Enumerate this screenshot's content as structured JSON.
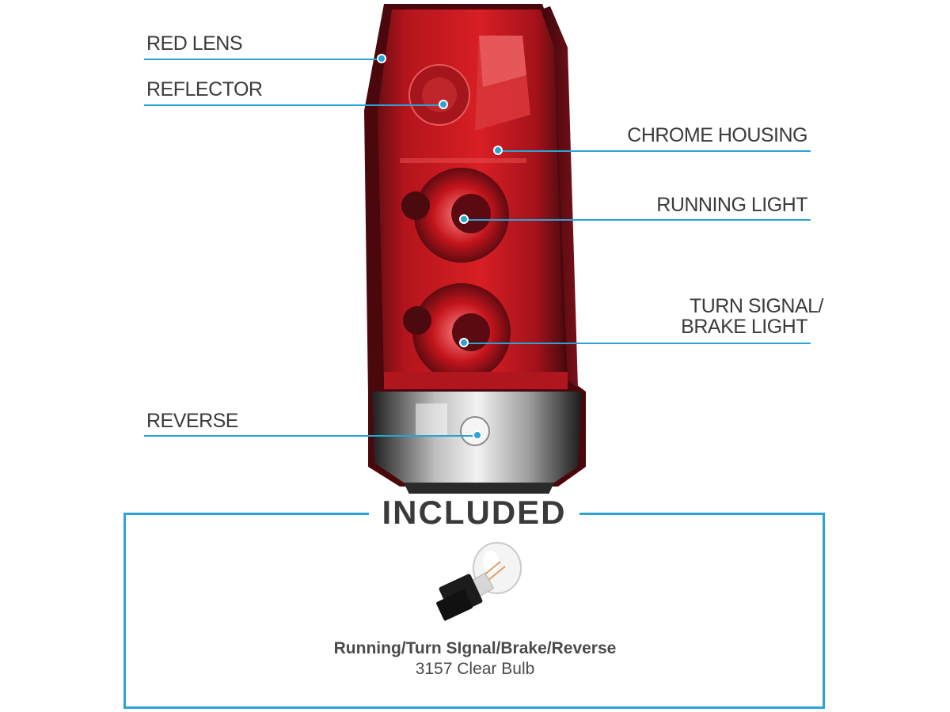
{
  "callouts": {
    "red_lens": "RED LENS",
    "reflector": "REFLECTOR",
    "chrome_housing": "CHROME HOUSING",
    "running_light": "RUNNING LIGHT",
    "turn_signal_line1": "TURN SIGNAL/",
    "turn_signal_line2": "BRAKE LIGHT",
    "reverse": "REVERSE"
  },
  "included": {
    "heading": "INCLUDED",
    "bulb_title": "Running/Turn SIgnal/Brake/Reverse",
    "bulb_subtitle": "3157 Clear Bulb"
  },
  "colors": {
    "accent": "#2aa3d6",
    "text": "#3b3b3b",
    "lens_red": "#c4141c",
    "lens_dark": "#5a0d12",
    "smoke": "#2c2c2c"
  }
}
